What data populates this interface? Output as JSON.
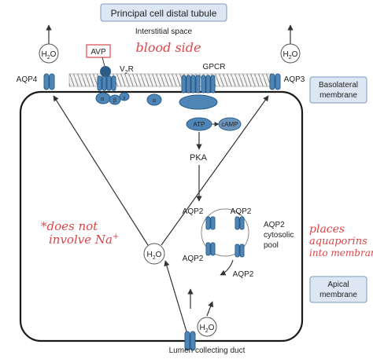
{
  "title": "Principal cell distal tubule",
  "interstitial": "Interstitial space",
  "handwritten": {
    "blood_side": "blood side",
    "na_note_1": "*does not",
    "na_note_2": "involve Na",
    "na_plus": "+",
    "places_1": "places",
    "places_2": "aquaporins",
    "places_3": "into membrane"
  },
  "avp": "AVP",
  "v2r": {
    "base": "V",
    "sub": "2",
    "tail": "R"
  },
  "gpcr": "GPCR",
  "subunits": {
    "alpha": "α",
    "beta": "β",
    "gamma": "γ"
  },
  "atp": "ATP",
  "camp": "cAMP",
  "pka": "PKA",
  "aqp4": "AQP4",
  "aqp3": "AQP3",
  "aqp2_labels": [
    "AQP2",
    "AQP2",
    "AQP2",
    "AQP2"
  ],
  "pool": [
    "AQP2",
    "cytosolic",
    "pool"
  ],
  "basolateral": [
    "Basolateral",
    "membrane"
  ],
  "apical": [
    "Apical",
    "membrane"
  ],
  "h2o": {
    "base": "H",
    "sub": "2",
    "tail": "O"
  },
  "lumen": "Lumen collecting duct",
  "colors": {
    "protein": "#4f86b8",
    "protein_dark": "#2d5d87",
    "box_fill": "#dde7f3",
    "box_stroke": "#7b98bd",
    "handwriting": "#d9464a"
  }
}
